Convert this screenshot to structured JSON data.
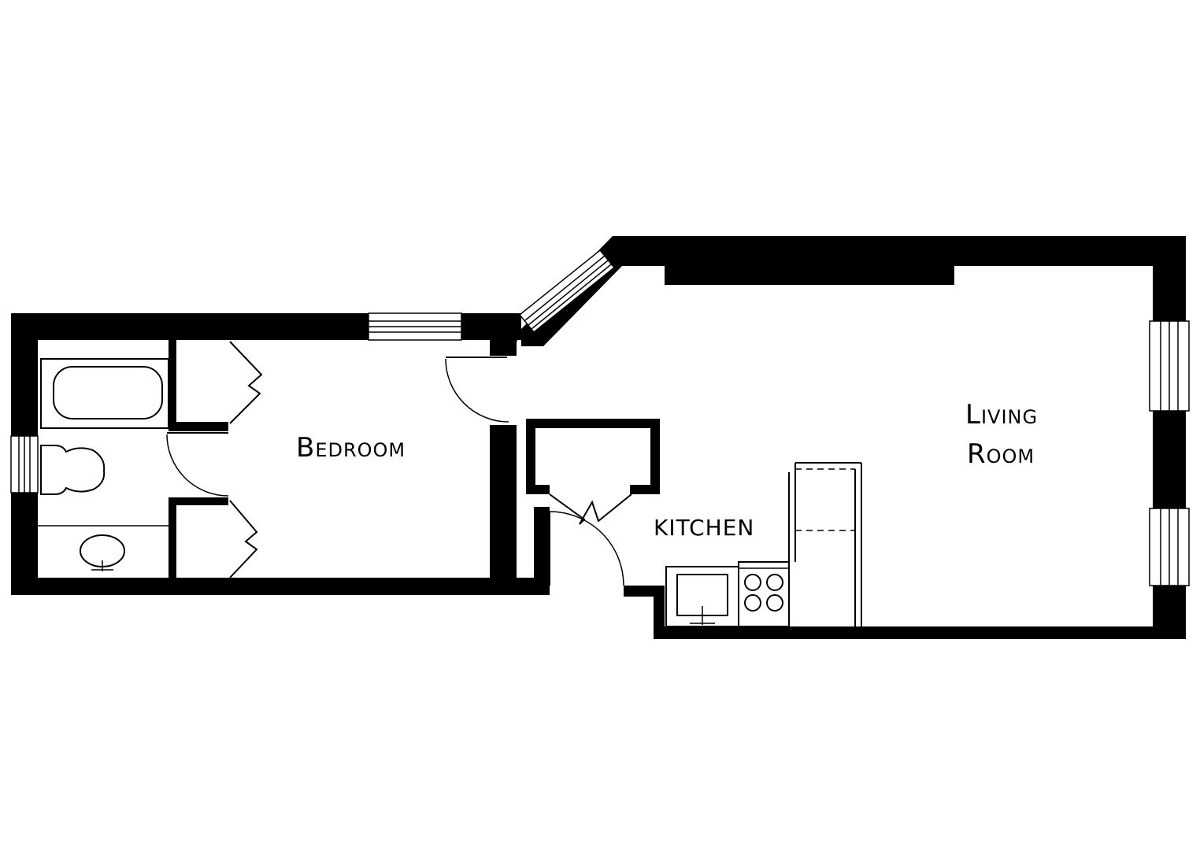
{
  "rooms": {
    "bedroom": "Bedroom",
    "living_line1": "Living",
    "living_line2": "Room",
    "kitchen": "KITCHEN"
  },
  "colors": {
    "wall": "#000000",
    "background": "#ffffff"
  }
}
